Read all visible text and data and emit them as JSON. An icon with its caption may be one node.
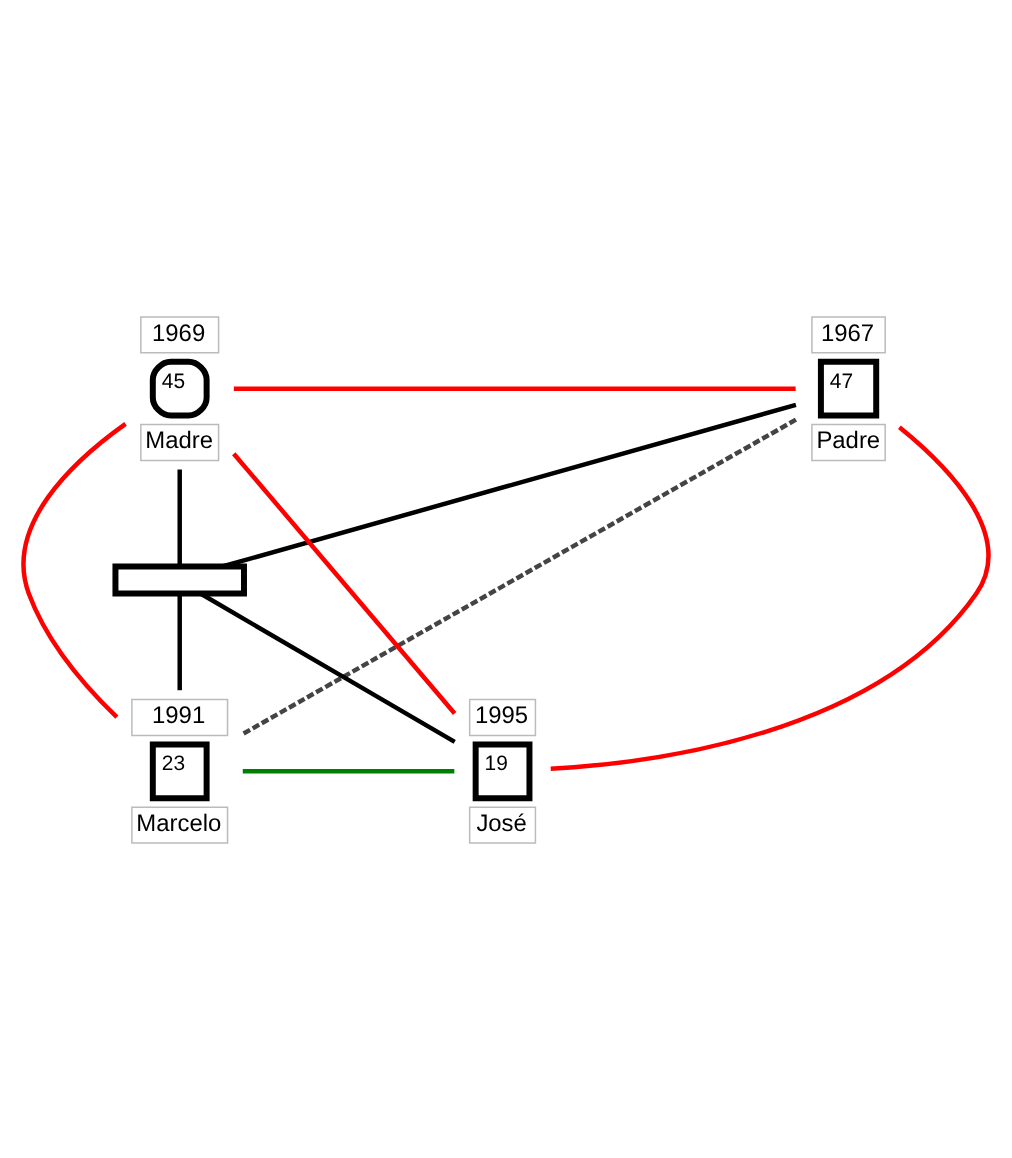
{
  "diagram": {
    "nodes": [
      {
        "text": [
          "1967",
          "47",
          "Padre"
        ]
      },
      {
        "text": [
          "1969",
          "45",
          "Madre"
        ]
      },
      {
        "text": [],
        "shape": "bar"
      },
      {
        "text": [
          "1991",
          "23",
          "Marcelo"
        ]
      },
      {
        "text": [
          "1995",
          "19",
          "José"
        ]
      }
    ],
    "edges": [
      {
        "from": 0,
        "to": 1,
        "arrow": "none",
        "color": "#ff0000"
      },
      {
        "from": 0,
        "to": 2,
        "arrow": "none",
        "color": "#000000"
      },
      {
        "from": 1,
        "to": 2,
        "arrow": "none",
        "color": "#000000"
      },
      {
        "from": 2,
        "to": 3,
        "arrow": "none",
        "color": "#000000"
      },
      {
        "from": 2,
        "to": 4,
        "arrow": "none",
        "color": "#000000"
      },
      {
        "from": 0,
        "to": 3,
        "arrow": "none",
        "style": "dashed",
        "color": "#444444"
      },
      {
        "from": 0,
        "to": 4,
        "arrow": "none",
        "color": "#ff0000"
      },
      {
        "from": 1,
        "to": 3,
        "arrow": "none",
        "color": "#ff0000"
      },
      {
        "from": 1,
        "to": 4,
        "arrow": "none",
        "color": "#ff0000"
      },
      {
        "from": 3,
        "to": 4,
        "arrow": "none",
        "color": "#008000"
      }
    ]
  }
}
